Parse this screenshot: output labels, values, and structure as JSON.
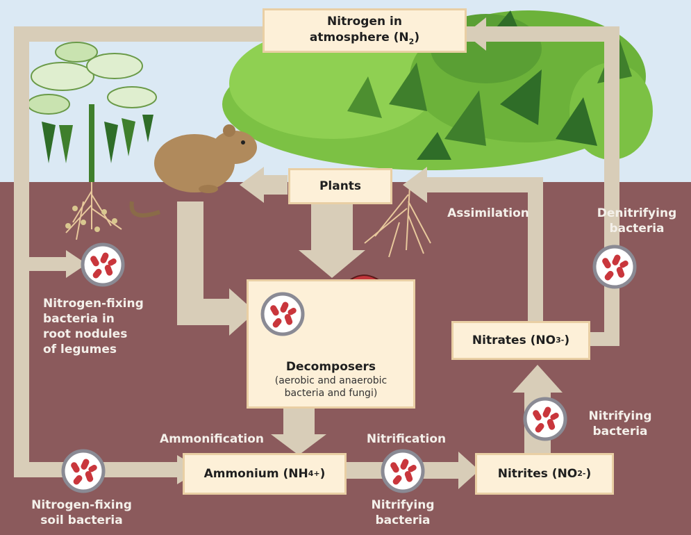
{
  "diagram": {
    "atmosphere": {
      "line1": "Nitrogen in",
      "line2_text": "atmosphere (N",
      "line2_sub": "2",
      "line2_end": ")"
    },
    "plants": "Plants",
    "decomposers": {
      "title": "Decomposers",
      "subtitle": "(aerobic and anaerobic\nbacteria and fungi)"
    },
    "ammonium": {
      "text": "Ammonium (NH",
      "sub": "4",
      "sup": "+",
      "end": ")"
    },
    "nitrites": {
      "text": "Nitrites (NO",
      "sub": "2",
      "sup": "-",
      "end": ")"
    },
    "nitrates": {
      "text": "Nitrates (NO",
      "sub": "3",
      "sup": "-",
      "end": ")"
    },
    "labels": {
      "assimilation": "Assimilation",
      "denitrifying": "Denitrifying\nbacteria",
      "nitrogen_fixing_legumes": "Nitrogen-fixing\nbacteria in\nroot nodules\nof legumes",
      "nitrogen_fixing_soil": "Nitrogen-fixing\nsoil bacteria",
      "ammonification": "Ammonification",
      "nitrification": "Nitrification",
      "nitrifying_bottom": "Nitrifying\nbacteria",
      "nitrifying_right": "Nitrifying\nbacteria"
    },
    "colors": {
      "sky": "#dbe9f4",
      "soil": "#8b5a5c",
      "arrow": "#d8cdb8",
      "box_fill": "#fdf0d8",
      "box_border": "#e9cfa4",
      "bacteria": "#c9363c",
      "foliage_green": "#7cc144",
      "mushroom_cap": "#c2353b"
    },
    "icons": [
      "rodent-icon",
      "legume-plant-icon",
      "foliage-icon",
      "mushroom-icon",
      "bacteria-icon",
      "roots-icon"
    ]
  }
}
